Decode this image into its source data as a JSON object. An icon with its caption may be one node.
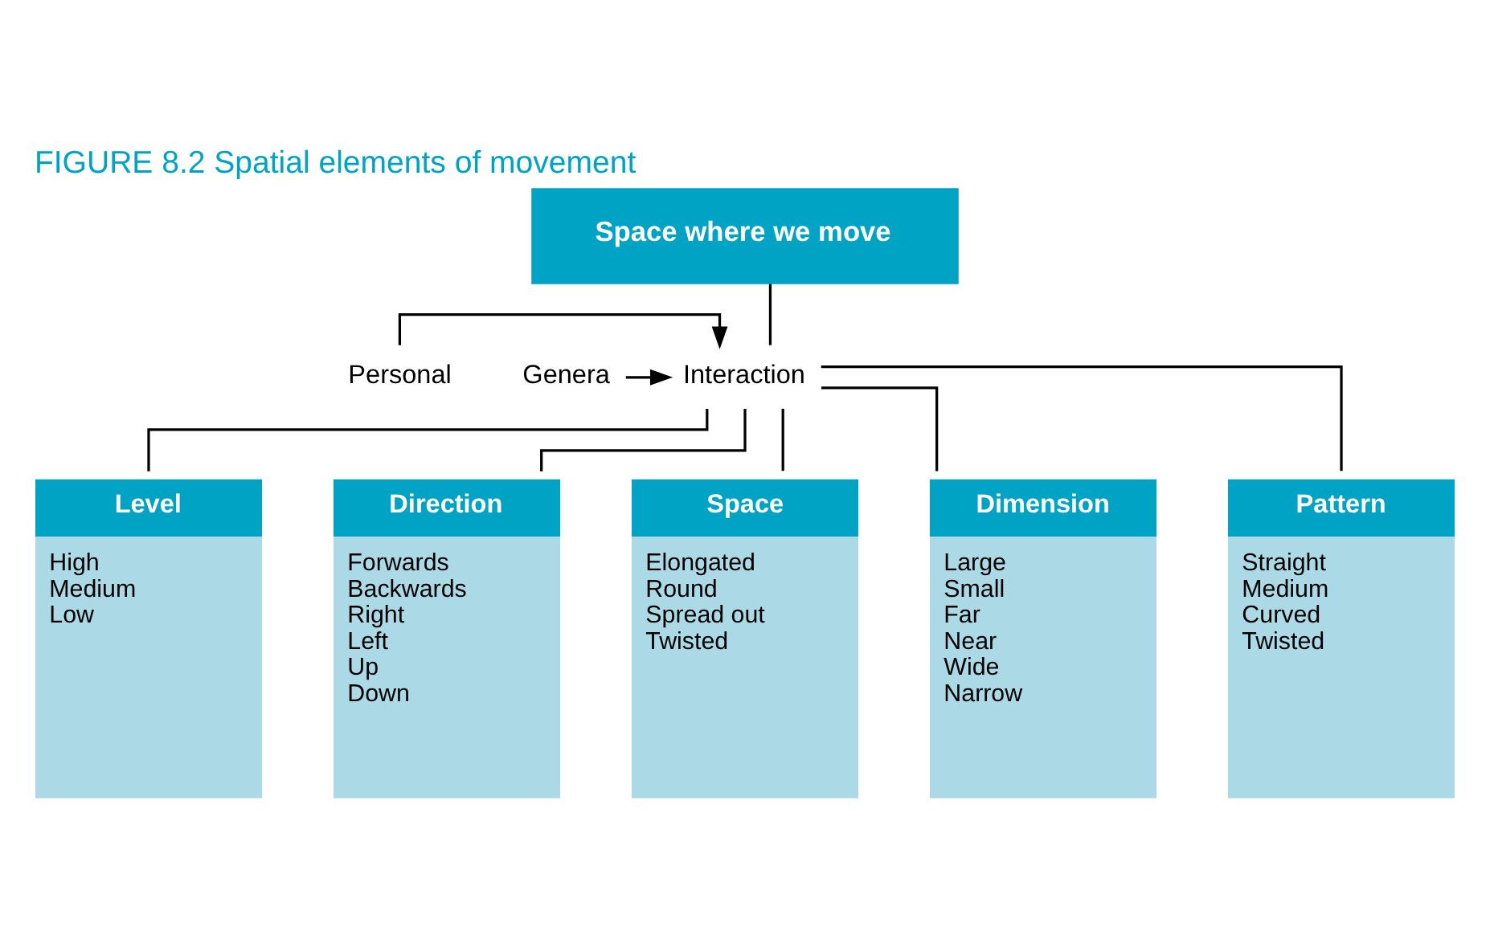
{
  "diagram": {
    "title": "FIGURE 8.2 Spatial elements of movement",
    "nodes": [
      {
        "text": [
          "Space where we move"
        ]
      },
      {
        "text": [
          "Interaction"
        ]
      },
      {
        "text": [
          "Personal"
        ]
      },
      {
        "text": [
          "Genera"
        ]
      },
      {
        "text": [
          "Level",
          "High",
          "Medium",
          "Low"
        ]
      },
      {
        "text": [
          "Direction",
          "Forwards",
          "Backwards",
          "Right",
          "Left",
          "Up",
          "Down"
        ]
      },
      {
        "text": [
          "Space",
          "Elongated",
          "Round",
          "Spread out",
          "Twisted"
        ]
      },
      {
        "text": [
          "Dimension",
          "Large",
          "Small",
          "Far",
          "Near",
          "Wide",
          "Narrow"
        ]
      },
      {
        "text": [
          "Pattern",
          "Straight",
          "Medium",
          "Curved",
          "Twisted"
        ]
      }
    ],
    "edges": [
      {
        "from": 0,
        "to": 1,
        "arrow": "none"
      },
      {
        "from": 2,
        "to": 1,
        "arrow": "to"
      },
      {
        "from": 3,
        "to": 1,
        "arrow": "to"
      },
      {
        "from": 1,
        "to": 4,
        "arrow": "none"
      },
      {
        "from": 1,
        "to": 5,
        "arrow": "none"
      },
      {
        "from": 1,
        "to": 6,
        "arrow": "none"
      },
      {
        "from": 1,
        "to": 7,
        "arrow": "none"
      },
      {
        "from": 1,
        "to": 8,
        "arrow": "none"
      }
    ]
  }
}
